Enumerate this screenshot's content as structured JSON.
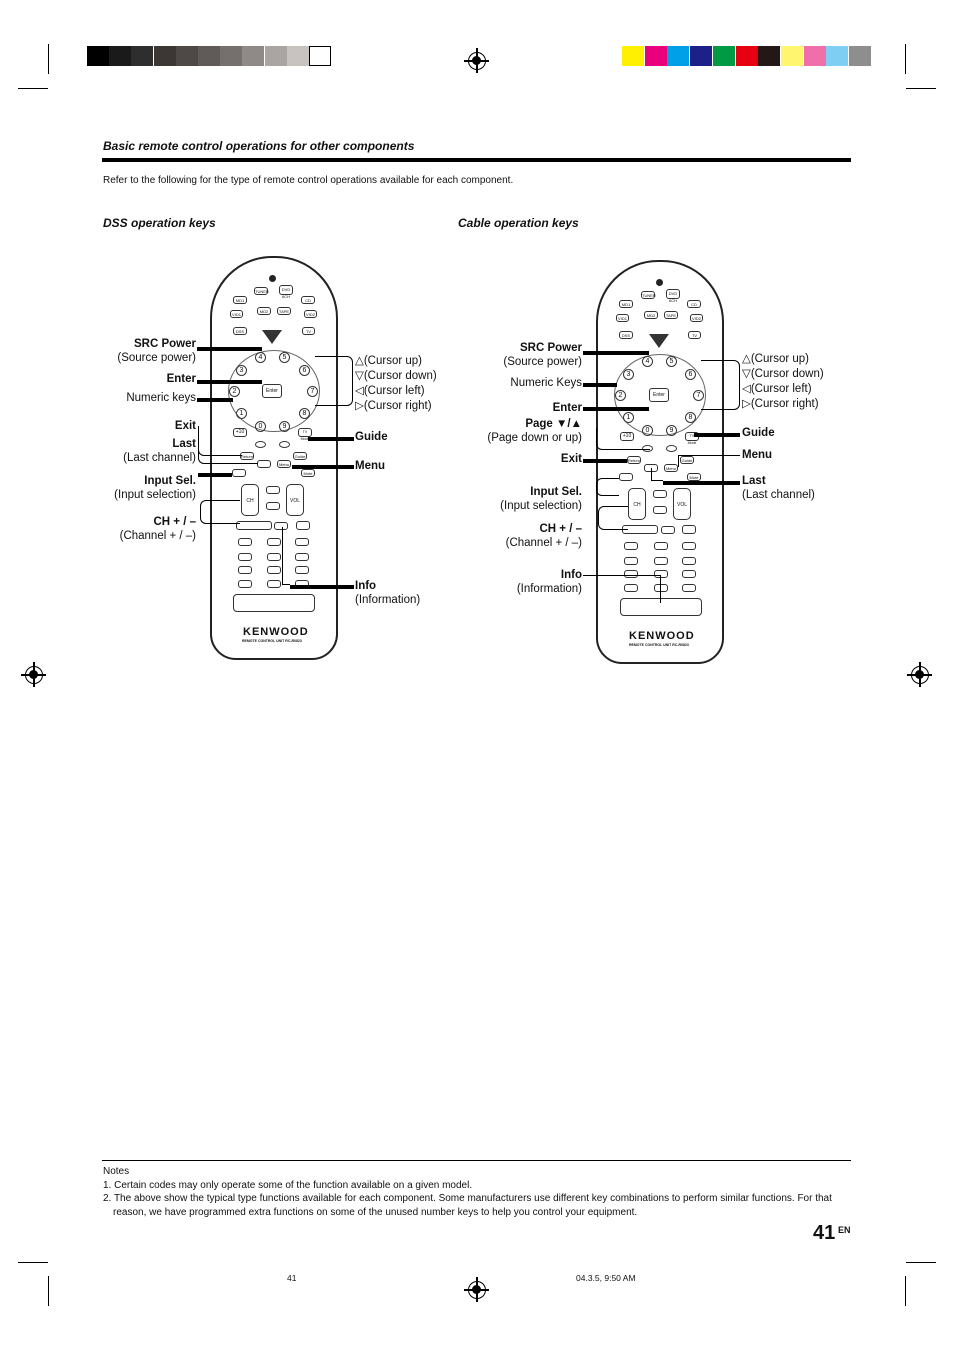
{
  "color_bars": {
    "grayscale": [
      "#000000",
      "#1a1a1a",
      "#2e2e2e",
      "#3c3634",
      "#4e4846",
      "#605a58",
      "#75706e",
      "#8f8a88",
      "#aaa5a3",
      "#c8c3c1",
      "#ffffff"
    ],
    "colors": [
      "#ffef00",
      "#e8007d",
      "#00a0e9",
      "#1d2088",
      "#009944",
      "#e60012",
      "#231815",
      "#fff56e",
      "#f06eaa",
      "#7ecef4",
      "#8e8e8e"
    ]
  },
  "section": {
    "title": "Basic remote control operations for other components",
    "intro": "Refer to the following for the type of remote control operations available for each component."
  },
  "dss": {
    "heading": "DSS operation keys",
    "left_labels": {
      "src_power": "SRC Power",
      "src_power_sub": "(Source power)",
      "enter": "Enter",
      "numeric": "Numeric keys",
      "exit": "Exit",
      "last": "Last",
      "last_sub": "(Last channel)",
      "input_sel": "Input Sel.",
      "input_sel_sub": "(Input selection)",
      "ch": "CH + / –",
      "ch_sub": "(Channel  + / –)"
    },
    "right_labels": {
      "cursor_up": "△(Cursor up)",
      "cursor_down": "▽(Cursor down)",
      "cursor_left": "◁(Cursor left)",
      "cursor_right": "▷(Cursor right)",
      "guide": "Guide",
      "menu": "Menu",
      "info": "Info",
      "info_sub": "(Information)"
    }
  },
  "cable": {
    "heading": "Cable operation keys",
    "left_labels": {
      "src_power": "SRC Power",
      "src_power_sub": "(Source power)",
      "numeric": "Numeric Keys",
      "enter": "Enter",
      "page": "Page ▼/▲",
      "page_sub": "(Page down or up)",
      "exit": "Exit",
      "input_sel": "Input Sel.",
      "input_sel_sub": "(Input selection)",
      "ch": "CH + / –",
      "ch_sub": "(Channel  + / –)",
      "info": "Info",
      "info_sub": "(Information)"
    },
    "right_labels": {
      "cursor_up": "△(Cursor up)",
      "cursor_down": "▽(Cursor down)",
      "cursor_left": "◁(Cursor left)",
      "cursor_right": "▷(Cursor right)",
      "guide": "Guide",
      "menu": "Menu",
      "last": "Last",
      "last_sub": "(Last channel)"
    }
  },
  "remote": {
    "brand": "KENWOOD",
    "model": "REMOTE CONTROL UNIT RC-R0823",
    "buttons": {
      "tuner": "TUNER",
      "dvd": "DVD 6CH",
      "md1": "MD1",
      "cd": "CD",
      "md2": "MD2",
      "tape": "TAPE",
      "vid1": "VID1",
      "vid2": "VID2",
      "dss": "DSS",
      "tv": "TV",
      "enter": "Enter",
      "return": "Return",
      "guide": "Guide",
      "menu": "Menu",
      "mute": "Mute",
      "vol": "VOL",
      "ch": "CH",
      "tv_mode": "TV Mode",
      "page": "Page",
      "plus10": "+10"
    },
    "numbers": [
      "1",
      "2",
      "3",
      "4",
      "5",
      "6",
      "7",
      "8",
      "9",
      "0"
    ]
  },
  "notes": {
    "heading": "Notes",
    "items": [
      "1. Certain codes may only operate some of the function available on a given model.",
      "2.  The above show the typical type functions available for each component. Some manufacturers use different key combinations to perform similar functions. For that reason, we have programmed extra functions on some of the unused number keys to help you control your equipment."
    ]
  },
  "page": {
    "number": "41",
    "lang": "EN",
    "footer_left": "41",
    "footer_right": "04.3.5, 9:50 AM"
  }
}
